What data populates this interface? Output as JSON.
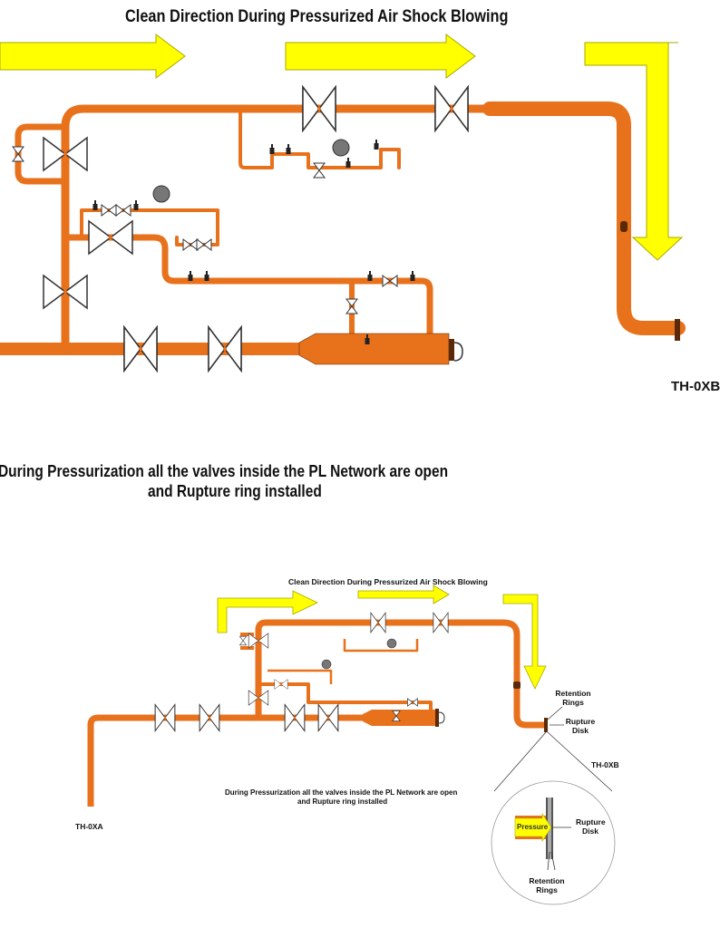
{
  "top_diagram": {
    "title": "Clean Direction During Pressurized Air Shock Blowing",
    "note_line1": "During Pressurization all the valves inside the PL Network are open",
    "note_line2": "and Rupture ring installed",
    "tag": "TH-0XB"
  },
  "bottom_diagram": {
    "title": "Clean Direction During Pressurized Air Shock Blowing",
    "note_line1": "During Pressurization all the valves inside the PL Network are open",
    "note_line2": "and Rupture ring installed",
    "retention_rings": "Retention Rings",
    "rupture_disk": "Rupture Disk",
    "tag_right": "TH-0XB",
    "tag_left": "TH-0XA",
    "detail": {
      "pressure": "Pressure",
      "rupture_disk": "Rupture Disk",
      "retention_rings": "Retention Rings"
    }
  },
  "colors": {
    "pipe": "#e8711c",
    "pipe_outline": "#5a2a08",
    "arrow": "#ffff00",
    "arrow_outline": "#a8a800",
    "valve": "#ffffff"
  }
}
